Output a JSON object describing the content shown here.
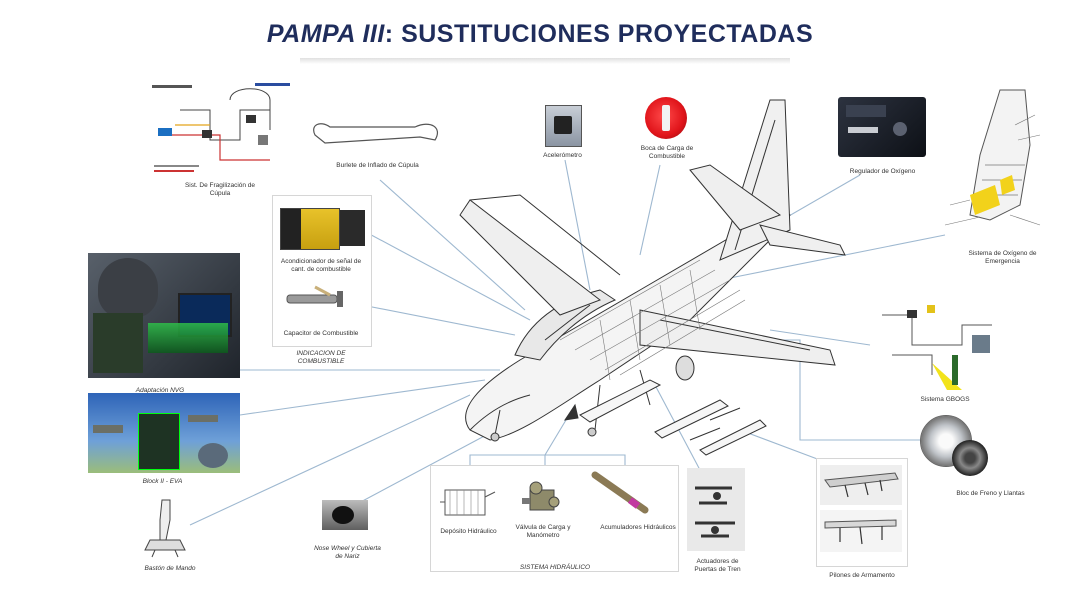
{
  "title": {
    "prefix": "PAMPA III",
    "suffix": ": SUSTITUCIONES PROYECTADAS"
  },
  "labels": {
    "canopy_fog": "Sist. De Fragilización de Cúpula",
    "canopy_seal": "Burlete de Inflado de Cúpula",
    "accelerometer": "Acelerómetro",
    "fuel_cap": "Boca de Carga de Combustible",
    "oxygen_regulator": "Regulador de Oxígeno",
    "emergency_oxygen": "Sistema de Oxígeno de Emergencia",
    "fuel_signal": "Acondicionador de señal de cant. de combustible",
    "fuel_capacitor": "Capacitor de Combustible",
    "fuel_indication": "INDICACION DE COMBUSTIBLE",
    "nvg": "Adaptación NVG",
    "block2": "Block II - EVA",
    "gbgs": "Sistema GBOGS",
    "brakes": "Bloc de Freno y Llantas",
    "control_stick": "Bastón de Mando",
    "nose_wheel": "Nose Wheel y Cubierta de Nariz",
    "hyd_tank": "Depósito Hidráulico",
    "hyd_valve": "Válvula de Carga y Manómetro",
    "hyd_accum": "Acumuladores Hidráulicos",
    "hyd_system": "SISTEMA HIDRÁULICO",
    "gear_actuators": "Actuadores de Puertas de Tren",
    "pylons": "Pilones de Armamento"
  },
  "colors": {
    "title": "#1f2d5c",
    "leader_lines": "#9eb8d0",
    "fuel_cap_red": "#e0141a",
    "nvg_green": "#3bdc5a"
  }
}
